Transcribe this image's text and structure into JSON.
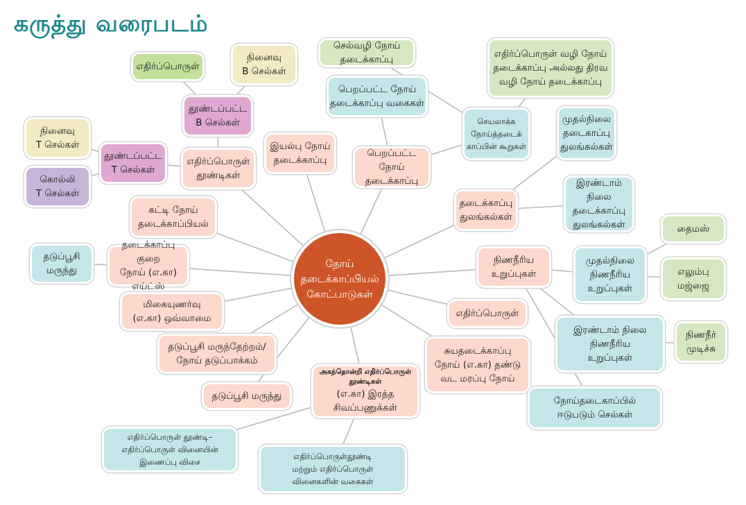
{
  "title": "கருத்து வரைபடம்",
  "center": "நோய்\nதடைக்காப்பியல்\nகோட்பாடுகள்",
  "nodes": {
    "n1": "எதிர்ப்பொருள்",
    "n2": "நினைவு\nB செல்கள்",
    "n3": "தூண்டப்பட்ட\nB செல்கள்",
    "n4": "நினைவு\nT செல்கள்",
    "n5": "தூண்டப்பட்ட\nT செல்கள்",
    "n6": "கொல்லி\nT செல்கள்",
    "n7": "எதிர்ப்பொருள்\nதூண்டிகள்",
    "n8": "கட்டி நோய்\nதடைக்காப்பியல்",
    "n9": "இயல்பு நோய்\nதடைக்காப்பு",
    "n10": "செல்வழி நோய் தடைக்காப்பு",
    "n11": "பெறப்பட்ட நோய்\nதடைக்காப்பு வகைகள்",
    "n12": "எதிர்ப்பொருள் வழி நோய்\nதடைக்காப்பு அல்லது திரவ\nவழி நோய் தடைக்காப்பு",
    "n13": "செயலாக்க\nநோய்த்தடைக்\nகாப்பின் கூறுகள்",
    "n14": "பெறப்பட்ட நோய்\nதடைக்காப்பு",
    "n15": "முதல்நிலை\nதடைகாப்பு\nதுலங்கல்கள்",
    "n16": "தடைக்காப்பு\nதுலங்கல்கள்",
    "n17": "இரண்டாம் நிலை\nதடைக்காப்பு\nதுலங்கல்கள்",
    "n18": "தைமஸ்",
    "n19": "நிணநீரிய\nஉறுப்புகள்",
    "n20": "முதல்நிலை\nநிணநீரிய\nஉறுப்புகள்",
    "n21": "எலும்பு\nமஜ்ஜை",
    "n22": "தடுப்பூசி\nமருந்து",
    "n23": "தடைக்காப்பு குறை\nநோய் (எ.கா) எய்ட்ஸ்",
    "n24": "மிகையுணர்வு\n(எ.கா) ஒவ்வாமை",
    "n25": "எதிர்ப்பொருள்",
    "n26": "இரண்டாம் நிலை\nநிணநீரிய\nஉறுப்புகள்",
    "n27": "நிணநீர்\nமுடிச்சு",
    "n28": "தடுப்பூசி மருந்தேற்றம்/\nநோய் தடுப்பாக்கம்",
    "n29": "சுயதடைக்காப்பு\nநோய் (எ.கா) தண்டு\nவட மரப்பு நோய்",
    "n30": "தடுப்பூசி மருந்து",
    "n31_heading": "அகந்தொன்றி எதிர்ப்பொருள்\nதூண்டிகள்",
    "n31_body": "(எ.கா) இரத்த\nசிவப்பணுக்கள்",
    "n32": "நோய்தடைகாப்பில்\nஈடுபடும் செல்கள்",
    "n33": "எதிர்ப்பொருள் தூண்டி–\nஎதிர்ப்பொருள் வினையின்\nஇணைப்பு விசை",
    "n34": "எதிர்ப்பொருள்தூண்டி\nமற்றும் எதிர்ப்பொருள்\nவினைகளின் வகைகள்"
  },
  "colors": {
    "title": "#1d8790",
    "center": "#cd5527",
    "peach": "#fcd9cc",
    "green": "#d5e8c2",
    "yellow": "#f1eac2",
    "pink": "#dea8d0",
    "purple": "#c6b5d8",
    "blue": "#c5e6e9"
  }
}
